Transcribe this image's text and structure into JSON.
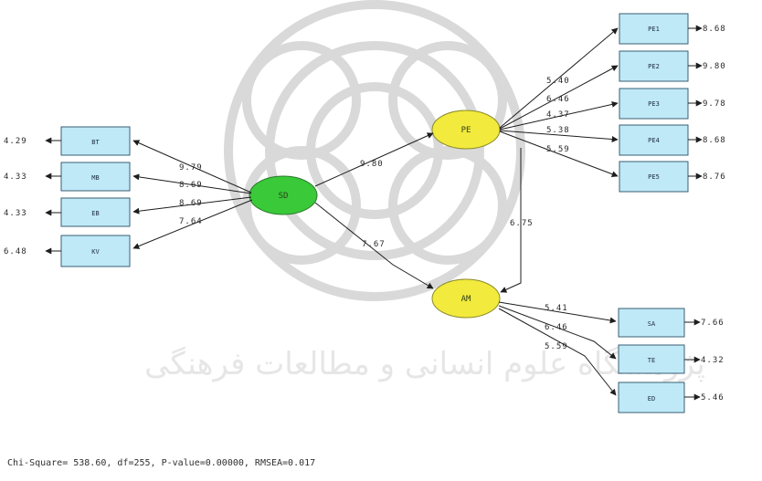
{
  "colors": {
    "box_fill": "#bfe9f7",
    "sd_fill": "#39c939",
    "pe_am_fill": "#f2ea3c",
    "watermark": "#d9d9d9"
  },
  "latent": {
    "sd": "SD",
    "pe": "PE",
    "am": "AM"
  },
  "indicators_left": [
    {
      "label": "BT",
      "error": "4.29",
      "loading": "9.79"
    },
    {
      "label": "MB",
      "error": "4.33",
      "loading": "8.69"
    },
    {
      "label": "EB",
      "error": "4.33",
      "loading": "8.69"
    },
    {
      "label": "KV",
      "error": "6.48",
      "loading": "7.64"
    }
  ],
  "indicators_pe": [
    {
      "label": "PE1",
      "error": "8.68",
      "loading": "5.40"
    },
    {
      "label": "PE2",
      "error": "9.80",
      "loading": "6.46"
    },
    {
      "label": "PE3",
      "error": "9.78",
      "loading": "4.37"
    },
    {
      "label": "PE4",
      "error": "8.68",
      "loading": "5.38"
    },
    {
      "label": "PE5",
      "error": "8.76",
      "loading": "5.59"
    }
  ],
  "indicators_am": [
    {
      "label": "SA",
      "error": "7.66",
      "loading": "5.41"
    },
    {
      "label": "TE",
      "error": "4.32",
      "loading": "6.46"
    },
    {
      "label": "ED",
      "error": "5.46",
      "loading": "5.59"
    }
  ],
  "structural": {
    "sd_pe": "9.80",
    "sd_am": "7.67",
    "pe_am": "6.75"
  },
  "watermark_text": "پژوهشگاه علوم انسانی و مطالعات فرهنگی",
  "footer": "Chi-Square= 538.60, df=255, P-value=0.00000, RMSEA=0.017"
}
